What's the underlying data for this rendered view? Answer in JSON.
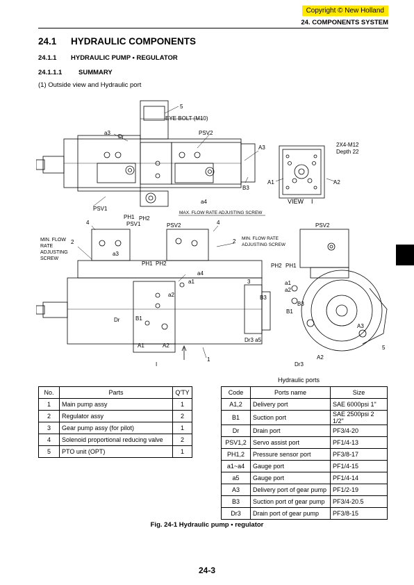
{
  "header": {
    "copyright": "Copyright © New Holland",
    "system": "24. COMPONENTS SYSTEM"
  },
  "section": {
    "num": "24.1",
    "title": "HYDRAULIC COMPONENTS"
  },
  "subsection": {
    "num": "24.1.1",
    "title": "HYDRAULIC PUMP • REGULATOR"
  },
  "subsubsection": {
    "num": "24.1.1.1",
    "title": "SUMMARY"
  },
  "intro": "(1)  Outside view and Hydraulic port",
  "figure_labels": {
    "n5_top": "5",
    "eye_bolt": "EYE BOLT (M10)",
    "a3_top": "a3",
    "dr_top": "Dr",
    "psv2_top": "PSV2",
    "a3_right": "A3",
    "spec": "2X4-M12",
    "depth": "Depth 22",
    "a1_view": "A1",
    "a2_view": "A2",
    "b3_top": "B3",
    "view": "VIEW",
    "view_num": "I",
    "a4_top": "a4",
    "psv1_top": "PSV1",
    "max_flow": "MAX. FLOW RATE ADJUSTING SCREW",
    "ph1_top": "PH1",
    "ph2_top": "PH2",
    "n4_left": "4",
    "psv1_mid": "PSV1",
    "psv2_mid": "PSV2",
    "n4_mid": "4",
    "psv2_right": "PSV2",
    "min_flow_1": "MIN. FLOW",
    "min_flow_2": "RATE",
    "min_flow_3": "ADJUSTING",
    "min_flow_4": "SCREW",
    "n2_left": "2",
    "n2_mid": "2",
    "min_flow_r1": "MIN. FLOW RATE",
    "min_flow_r2": "ADJUSTING SCREW",
    "a3_mid": "a3",
    "ph1_mid": "PH1",
    "ph2_mid": "PH2",
    "ph2_right": "PH2",
    "ph1_right": "PH1",
    "a4_mid": "a4",
    "a1_mid": "a1",
    "a2_mid": "a2",
    "n3": "3",
    "a1_right": "a1",
    "a2_right": "a2",
    "b3_mid": "B3",
    "b3_right": "B3",
    "b1_right": "B1",
    "dr_mid": "Dr",
    "b1_mid": "B1",
    "a3_side": "A3",
    "dr3_a5": "Dr3  a5",
    "n5_right": "5",
    "a1_bottom": "A1",
    "a2_bottom": "A2",
    "n1": "1",
    "i_bottom": "I",
    "a2_side": "A2",
    "dr3_side": "Dr3"
  },
  "parts_table": {
    "headers": [
      "No.",
      "Parts",
      "Q'TY"
    ],
    "rows": [
      [
        "1",
        "Main pump assy",
        "1"
      ],
      [
        "2",
        "Regulator assy",
        "2"
      ],
      [
        "3",
        "Gear pump assy (for pilot)",
        "1"
      ],
      [
        "4",
        "Solenoid proportional reducing valve",
        "2"
      ],
      [
        "5",
        "PTO unit (OPT)",
        "1"
      ]
    ]
  },
  "ports_table": {
    "title": "Hydraulic ports",
    "headers": [
      "Code",
      "Ports name",
      "Size"
    ],
    "rows": [
      [
        "A1,2",
        "Delivery port",
        "SAE 6000psi 1\""
      ],
      [
        "B1",
        "Suction port",
        "SAE 2500psi 2 1/2\""
      ],
      [
        "Dr",
        "Drain port",
        "PF3/4-20"
      ],
      [
        "PSV1,2",
        "Servo assist port",
        "PF1/4-13"
      ],
      [
        "PH1,2",
        "Pressure sensor port",
        "PF3/8-17"
      ],
      [
        "a1~a4",
        "Gauge port",
        "PF1/4-15"
      ],
      [
        "a5",
        "Gauge port",
        "PF1/4-14"
      ],
      [
        "A3",
        "Delivery port of gear pump",
        "PF1/2-19"
      ],
      [
        "B3",
        "Suction port of gear pump",
        "PF3/4-20.5"
      ],
      [
        "Dr3",
        "Drain port of gear pump",
        "PF3/8-15"
      ]
    ]
  },
  "caption": "Fig. 24-1 Hydraulic pump • regulator",
  "page_number": "24-3"
}
